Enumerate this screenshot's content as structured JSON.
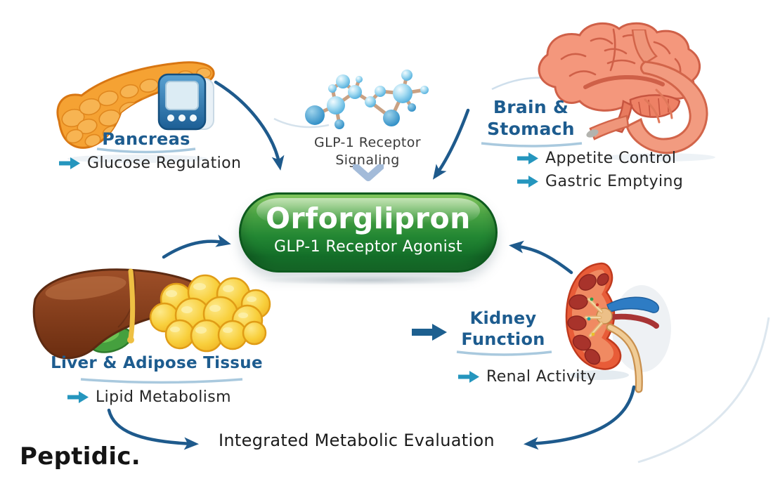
{
  "pill": {
    "name": "Orforglipron",
    "subtitle": "GLP-1 Receptor Agonist"
  },
  "signaling": {
    "line1": "GLP-1 Receptor",
    "line2": "Signaling"
  },
  "pancreas": {
    "title": "Pancreas",
    "bullets": [
      "Glucose Regulation"
    ]
  },
  "brain_stomach": {
    "title_line1": "Brain &",
    "title_line2": "Stomach",
    "bullets": [
      "Appetite Control",
      "Gastric Emptying"
    ]
  },
  "liver_adipose": {
    "title": "Liver & Adipose Tissue",
    "bullets": [
      "Lipid Metabolism"
    ]
  },
  "kidney": {
    "title_line1": "Kidney",
    "title_line2": "Function",
    "bullets": [
      "Renal Activity"
    ]
  },
  "footer": {
    "label": "Integrated Metabolic Evaluation"
  },
  "brand": {
    "name": "Peptidic."
  },
  "colors": {
    "title_blue": "#1d5c8f",
    "bullet_teal": "#2596be",
    "connector_blue": "#1e5a8c",
    "pill_green": "#238733",
    "pill_green_dark": "#146f29",
    "pill_border": "#0d5a1e",
    "text_dark": "#262626"
  }
}
